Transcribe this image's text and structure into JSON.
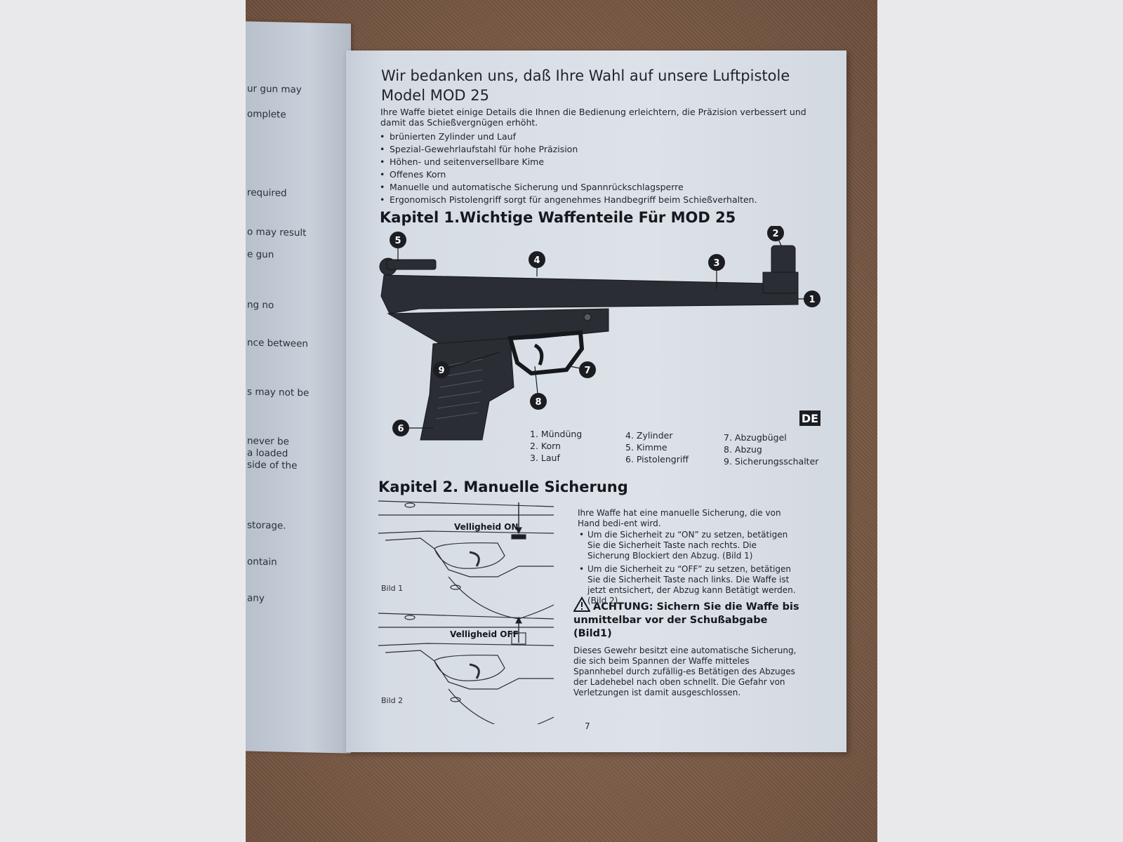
{
  "left_page": {
    "fragments": [
      "ur gun may",
      "omplete",
      "required",
      "o may result",
      "e gun",
      "ng no",
      "nce between",
      "s may not be",
      "never be",
      "a loaded",
      "side of the",
      "storage.",
      "ontain",
      "any"
    ]
  },
  "page": {
    "title_line1": "Wir bedanken uns, daß Ihre Wahl auf unsere  Luftpistole",
    "title_line2": "Model MOD 25",
    "intro": "Ihre Waffe bietet einige Details die Ihnen die Bedienung erleichtern, die Präzision verbessert und damit das Schießvergnügen erhöht.",
    "features": [
      "brünierten Zylinder und Lauf",
      "Spezial-Gewehrlaufstahl für hohe Präzision",
      "Höhen- und seitenversellbare Kime",
      "Offenes Korn",
      "Manuelle und automatische Sicherung und Spannrückschlagsperre",
      "Ergonomisch Pistolengriff sorgt für angenehmes Handbegriff beim Schießverhalten."
    ],
    "chapter1_title": "Kapitel 1.Wichtige Waffenteile Für MOD 25",
    "callouts": [
      "1",
      "2",
      "3",
      "4",
      "5",
      "6",
      "7",
      "8",
      "9"
    ],
    "parts": {
      "col1": [
        "1. Mündüng",
        "2. Korn",
        "3. Lauf"
      ],
      "col2": [
        "4. Zylinder",
        "5. Kimme",
        "6. Pistolengriff"
      ],
      "col3": [
        "7. Abzugbügel",
        "8. Abzug",
        "9. Sicherungsschalter"
      ]
    },
    "lang_badge": "DE",
    "chapter2_title": "Kapitel 2. Manuelle Sicherung",
    "bild1_label": "Velligheid ON",
    "bild1_caption": "Bild 1",
    "bild2_label": "Velligheid OFF",
    "bild2_caption": "Bild 2",
    "safety_intro": "Ihre Waffe hat eine manuelle Sicherung, die von Hand bedi-ent wird.",
    "safety_bullets": [
      "Um die Sicherheit zu “ON” zu setzen, betätigen Sie die Sicherheit Taste nach rechts. Die Sicherung Blockiert den Abzug. (Bild 1)",
      "Um die Sicherheit zu “OFF” zu setzen, betätigen Sie die Sicherheit Taste nach links. Die Waffe ist jetzt entsichert, der Abzug kann Betätigt werden. (Bild 2)"
    ],
    "warning_title": "ACHTUNG: Sichern Sie die Waffe bis unmittelbar vor der Schußabgabe (Bild1)",
    "auto_safety_text": "Dieses Gewehr besitzt eine automatische Sicherung, die sich beim Spannen der Waffe mitteles Spannhebel durch zufällig-es Betätigen des Abzuges der Ladehebel nach oben schnellt. Die Gefahr von Verletzungen ist damit ausgeschlossen.",
    "page_number": "7"
  },
  "colors": {
    "paper": "#dde2e9",
    "ink": "#1f232a",
    "background_carpet": "#7a5a46"
  }
}
